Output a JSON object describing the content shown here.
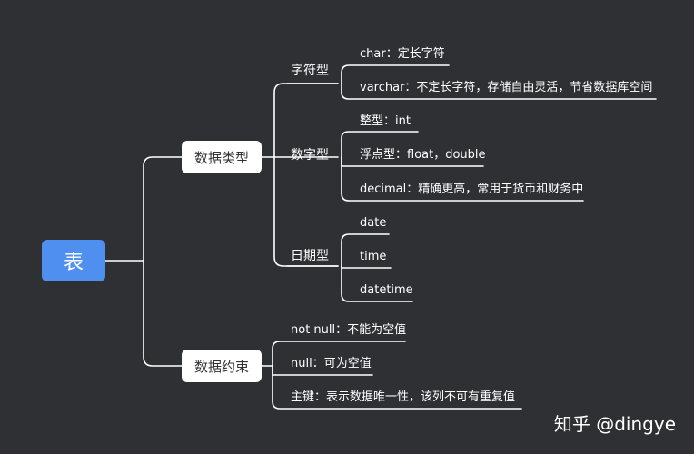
{
  "root": "表",
  "data_types": {
    "label": "数据类型",
    "string_type": {
      "label": "字符型",
      "items": [
        "char：定长字符",
        "varchar：不定长字符，存储自由灵活，节省数据库空间"
      ]
    },
    "number_type": {
      "label": "数字型",
      "items": [
        "整型：int",
        "浮点型：float，double",
        "decimal：精确更高，常用于货币和财务中"
      ]
    },
    "date_type": {
      "label": "日期型",
      "items": [
        "date",
        "time",
        "datetime"
      ]
    }
  },
  "constraints": {
    "label": "数据约束",
    "items": [
      "not null：不能为空值",
      "null：可为空值",
      "主键：表示数据唯一性，该列不可有重复值"
    ]
  },
  "watermark": "知乎 @dingye"
}
